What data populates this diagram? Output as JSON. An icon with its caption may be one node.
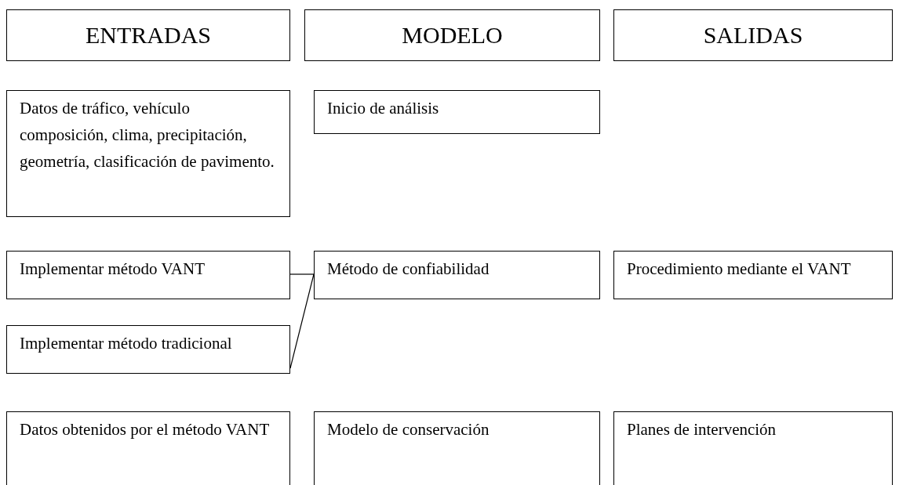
{
  "diagram": {
    "nodes": [
      {
        "text": [
          "ENTRADAS"
        ]
      },
      {
        "text": [
          "MODELO"
        ]
      },
      {
        "text": [
          "SALIDAS"
        ]
      },
      {
        "text": [
          "Datos de tráfico, vehículo composición, clima, precipitación, geometría, clasificación de pavimento."
        ]
      },
      {
        "text": [
          "Inicio de análisis"
        ]
      },
      {
        "text": [
          "Implementar método VANT"
        ]
      },
      {
        "text": [
          "Método de confiabilidad"
        ]
      },
      {
        "text": [
          "Procedimiento mediante el VANT"
        ]
      },
      {
        "text": [
          "Implementar método tradicional"
        ]
      },
      {
        "text": [
          "Datos obtenidos por el método VANT"
        ]
      },
      {
        "text": [
          "Modelo de conservación"
        ]
      },
      {
        "text": [
          "Planes de intervención"
        ]
      }
    ],
    "edges": [
      {
        "from": 5,
        "to": 6,
        "arrow": "none"
      },
      {
        "from": 8,
        "to": 6,
        "arrow": "none"
      }
    ]
  }
}
